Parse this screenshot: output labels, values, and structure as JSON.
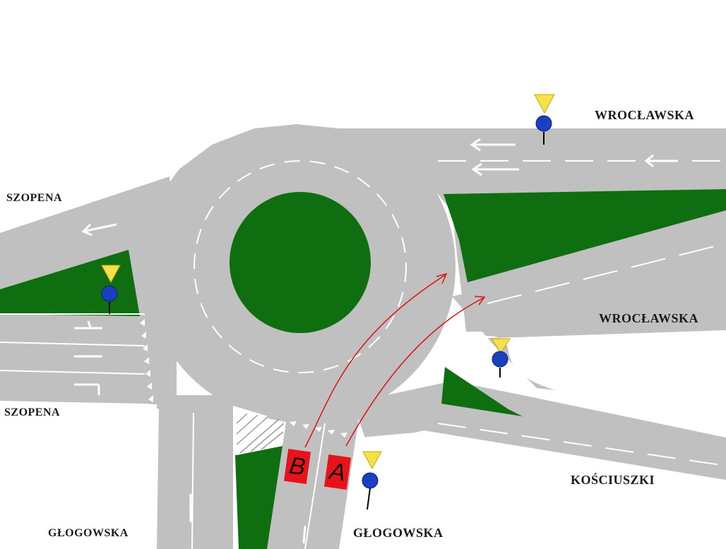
{
  "streets": {
    "wroclawska_top": "WROCŁAWSKA",
    "wroclawska_mid": "WROCŁAWSKA",
    "szopena_top": "SZOPENA",
    "szopena_bottom": "SZOPENA",
    "koscuszki": "KOŚCIUSZKI",
    "glogowska_left": "GŁOGOWSKA",
    "glogowska_right": "GŁOGOWSKA"
  },
  "vehicles": [
    {
      "id": "B",
      "label": "B",
      "color": "#e8121a"
    },
    {
      "id": "A",
      "label": "A",
      "color": "#e8121a"
    }
  ],
  "colors": {
    "road": "#c0c0c0",
    "grass": "#0f6e0f",
    "marking": "#ffffff",
    "path": "#e01010",
    "sign_yield": "#f5e14a",
    "sign_roundabout": "#1a3fbf"
  },
  "signs": [
    "yield-sign",
    "roundabout-sign"
  ]
}
